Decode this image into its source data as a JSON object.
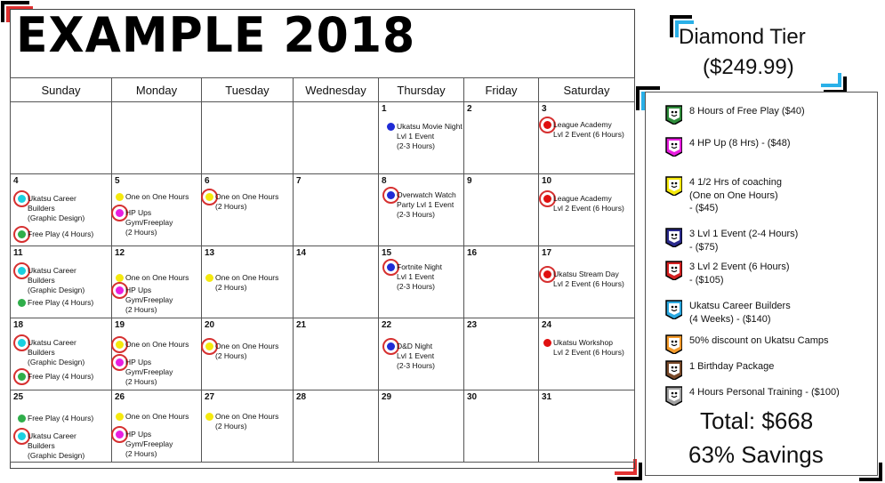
{
  "calendar": {
    "title": "EXAMPLE 2018",
    "days": [
      "Sunday",
      "Monday",
      "Tuesday",
      "Wednesday",
      "Thursday",
      "Friday",
      "Saturday"
    ],
    "rows": [
      [
        {
          "d": ""
        },
        {
          "d": ""
        },
        {
          "d": ""
        },
        {
          "d": ""
        },
        {
          "d": "1"
        },
        {
          "d": "2"
        },
        {
          "d": "3"
        }
      ],
      [
        {
          "d": "4"
        },
        {
          "d": "5"
        },
        {
          "d": "6"
        },
        {
          "d": "7"
        },
        {
          "d": "8"
        },
        {
          "d": "9"
        },
        {
          "d": "10"
        }
      ],
      [
        {
          "d": "11"
        },
        {
          "d": "12"
        },
        {
          "d": "13"
        },
        {
          "d": "14"
        },
        {
          "d": "15"
        },
        {
          "d": "16"
        },
        {
          "d": "17"
        }
      ],
      [
        {
          "d": "18"
        },
        {
          "d": "19"
        },
        {
          "d": "20"
        },
        {
          "d": "21"
        },
        {
          "d": "22"
        },
        {
          "d": "23"
        },
        {
          "d": "24"
        }
      ],
      [
        {
          "d": "25"
        },
        {
          "d": "26"
        },
        {
          "d": "27"
        },
        {
          "d": "28"
        },
        {
          "d": "29"
        },
        {
          "d": "30"
        },
        {
          "d": "31"
        }
      ]
    ],
    "events": {
      "r0c4": {
        "text": "Ukatsu Movie Night\nLvl 1 Event\n(2-3 Hours)",
        "color": "#1f2bd6",
        "ring": false
      },
      "r0c6": {
        "text": "League Academy\nLvl 2 Event (6 Hours)",
        "color": "#e01010",
        "ring": true
      },
      "r1c0a": {
        "text": "Ukatsu Career\nBuilders\n(Graphic Design)",
        "color": "#1ad0e0",
        "ring": true
      },
      "r1c0b": {
        "text": "Free Play (4 Hours)",
        "color": "#2fae4a",
        "ring": true
      },
      "r1c1a": {
        "text": "One on One Hours",
        "color": "#f5e90d",
        "ring": false
      },
      "r1c1b": {
        "text": "HP Ups\nGym/Freeplay\n(2 Hours)",
        "color": "#e91ee0",
        "ring": true
      },
      "r1c2": {
        "text": "One on One Hours\n(2 Hours)",
        "color": "#f5e90d",
        "ring": true
      },
      "r1c4": {
        "text": "Overwatch Watch\nParty Lvl 1 Event\n(2-3 Hours)",
        "color": "#1f2bd6",
        "ring": true
      },
      "r1c6": {
        "text": "League Academy\nLvl 2 Event (6 Hours)",
        "color": "#e01010",
        "ring": true
      },
      "r2c0a": {
        "text": "Ukatsu Career\nBuilders\n(Graphic Design)",
        "color": "#1ad0e0",
        "ring": true
      },
      "r2c0b": {
        "text": "Free Play (4 Hours)",
        "color": "#2fae4a",
        "ring": false
      },
      "r2c1a": {
        "text": "One on One Hours",
        "color": "#f5e90d",
        "ring": false
      },
      "r2c1b": {
        "text": "HP Ups\nGym/Freeplay\n(2 Hours)",
        "color": "#e91ee0",
        "ring": true
      },
      "r2c2": {
        "text": "One on One Hours\n(2 Hours)",
        "color": "#f5e90d",
        "ring": false
      },
      "r2c4": {
        "text": "Fortnite Night\nLvl 1 Event\n(2-3 Hours)",
        "color": "#1f2bd6",
        "ring": true
      },
      "r2c6": {
        "text": "Ukatsu Stream Day\nLvl 2 Event (6 Hours)",
        "color": "#e01010",
        "ring": true
      },
      "r3c0a": {
        "text": "Ukatsu Career\nBuilders\n(Graphic Design)",
        "color": "#1ad0e0",
        "ring": true
      },
      "r3c0b": {
        "text": "Free Play (4 Hours)",
        "color": "#2fae4a",
        "ring": true
      },
      "r3c1a": {
        "text": "One on One Hours",
        "color": "#f5e90d",
        "ring": true
      },
      "r3c1b": {
        "text": "HP Ups\nGym/Freeplay\n(2 Hours)",
        "color": "#e91ee0",
        "ring": true
      },
      "r3c2": {
        "text": "One on One Hours\n(2 Hours)",
        "color": "#f5e90d",
        "ring": true
      },
      "r3c4": {
        "text": "D&D Night\nLvl 1 Event\n(2-3 Hours)",
        "color": "#1f2bd6",
        "ring": true
      },
      "r3c6": {
        "text": "Ukatsu Workshop\nLvl 2 Event (6 Hours)",
        "color": "#e01010",
        "ring": false
      },
      "r4c0a": {
        "text": "Free Play (4 Hours)",
        "color": "#2fae4a",
        "ring": false
      },
      "r4c0b": {
        "text": "Ukatsu Career\nBuilders\n(Graphic Design)",
        "color": "#1ad0e0",
        "ring": true
      },
      "r4c1a": {
        "text": "One on One Hours",
        "color": "#f5e90d",
        "ring": false
      },
      "r4c1b": {
        "text": "HP Ups\nGym/Freeplay\n(2 Hours)",
        "color": "#e91ee0",
        "ring": true
      },
      "r4c2": {
        "text": "One on One Hours\n(2 Hours)",
        "color": "#f5e90d",
        "ring": false
      }
    }
  },
  "tier": {
    "title": "Diamond Tier",
    "price": "($249.99)",
    "items": [
      {
        "text": "8 Hours of Free Play ($40)",
        "color": "#2e8b3a"
      },
      {
        "text": "4 HP Up (8 Hrs) - ($48)",
        "color": "#e91ee0"
      },
      {
        "text": "4 1/2 Hrs of coaching\n(One on One Hours)\n- ($45)",
        "color": "#f5e90d"
      },
      {
        "text": "3 Lvl 1 Event (2-4 Hours)\n- ($75)",
        "color": "#2a2a8c"
      },
      {
        "text": "3 Lvl 2 Event (6 Hours)\n- ($105)",
        "color": "#d42020"
      },
      {
        "text": "Ukatsu Career Builders\n(4 Weeks) - ($140)",
        "color": "#2aa8e0"
      },
      {
        "text": "50% discount on Ukatsu Camps",
        "color": "#f39a2a"
      },
      {
        "text": "1 Birthday Package",
        "color": "#7a4a2a"
      },
      {
        "text": "4 Hours Personal Training - ($100)",
        "color": "#a0a0a0"
      }
    ],
    "total": "Total: $668",
    "savings": "63% Savings"
  }
}
